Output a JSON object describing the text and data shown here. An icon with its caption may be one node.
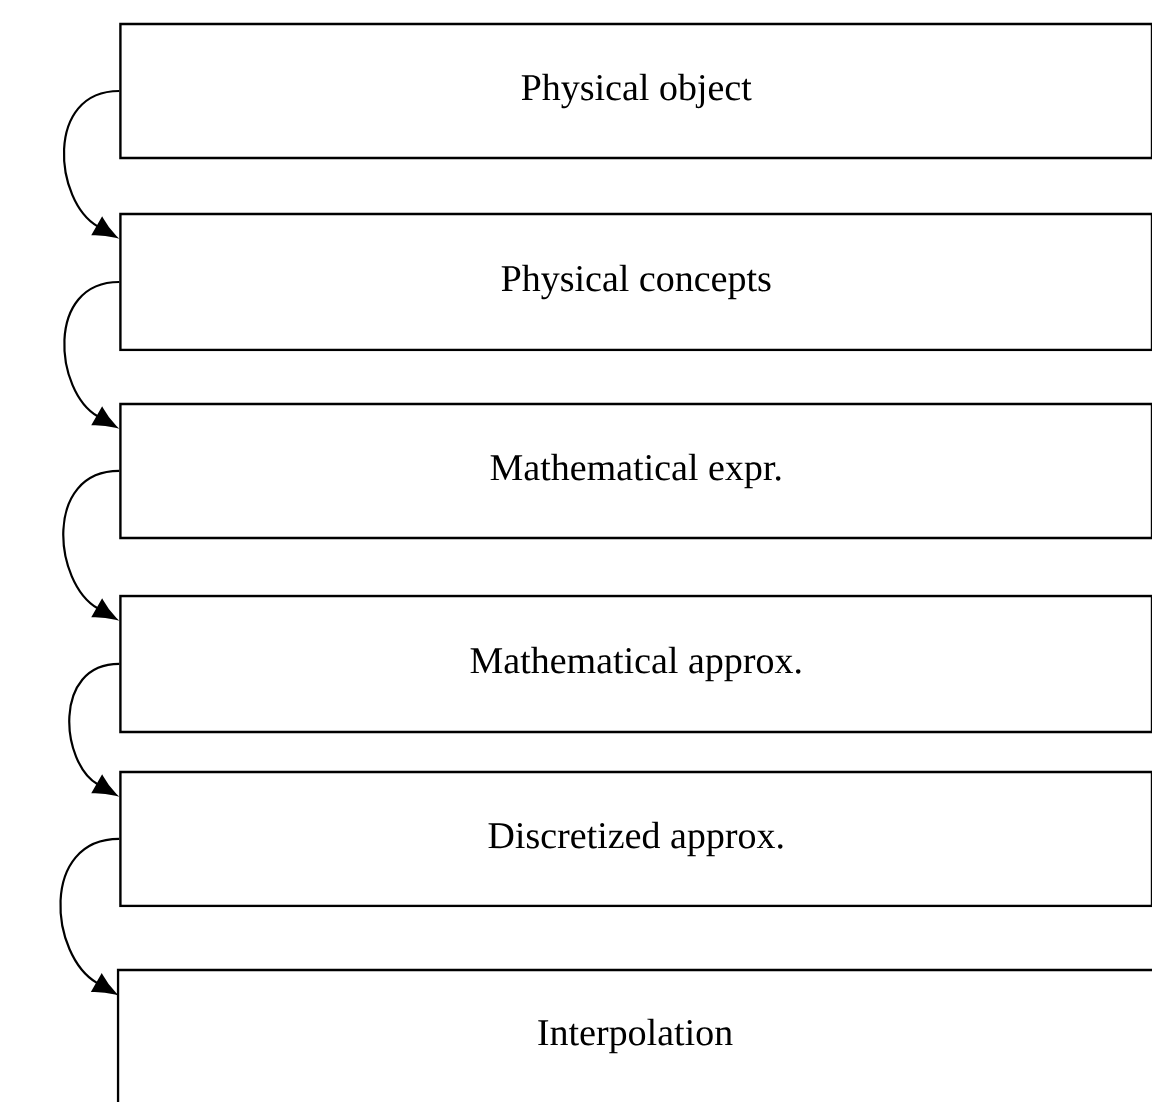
{
  "diagram": {
    "nodes": [
      {
        "text": [
          "Physical object"
        ]
      },
      {
        "text": [
          "Physical concepts"
        ]
      },
      {
        "text": [
          "Mathematical expr."
        ]
      },
      {
        "text": [
          "Mathematical approx."
        ]
      },
      {
        "text": [
          "Discretized approx."
        ]
      },
      {
        "text": [
          "Interpolation"
        ]
      }
    ],
    "edges": [
      {
        "from": 0,
        "to": 1,
        "arrow": "to"
      },
      {
        "from": 1,
        "to": 2,
        "arrow": "to"
      },
      {
        "from": 2,
        "to": 3,
        "arrow": "to"
      },
      {
        "from": 3,
        "to": 4,
        "arrow": "to"
      },
      {
        "from": 4,
        "to": 5,
        "arrow": "to"
      }
    ]
  }
}
